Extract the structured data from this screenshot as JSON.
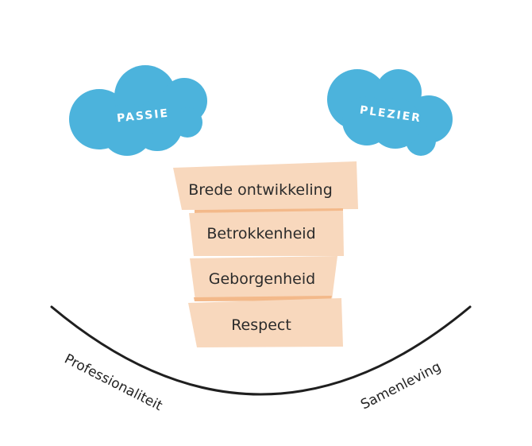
{
  "clouds": {
    "left": "PASSIE",
    "right": "PLEZIER",
    "color": "#4cb3dc"
  },
  "blocks": [
    "Brede ontwikkeling",
    "Betrokkenheid",
    "Geborgenheid",
    "Respect"
  ],
  "block_color": "#f8d8bd",
  "arc": {
    "left_label": "Professionaliteit",
    "right_label": "Samenleving"
  }
}
